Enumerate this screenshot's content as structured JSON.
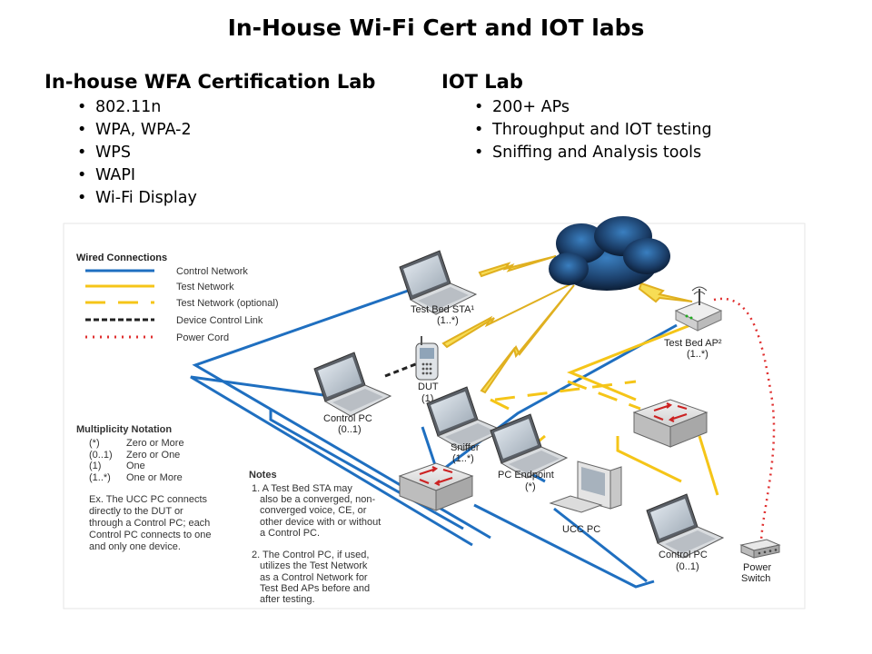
{
  "slide": {
    "title": "In-House Wi-Fi Cert and IOT labs",
    "left_heading": "In-house WFA Certification Lab",
    "left_items": [
      "802.11n",
      "WPA, WPA-2",
      "WPS",
      "WAPI",
      "Wi-Fi Display"
    ],
    "right_heading": "IOT Lab",
    "right_items": [
      "200+ APs",
      "Throughput and IOT testing",
      "Sniffing and Analysis tools"
    ]
  },
  "diagram": {
    "legend_title": "Wired Connections",
    "legend_items": [
      {
        "label": "Control Network",
        "color": "#1f6fc0",
        "style": "solid"
      },
      {
        "label": "Test Network",
        "color": "#f5c518",
        "style": "solid"
      },
      {
        "label": "Test Network (optional)",
        "color": "#f5c518",
        "style": "dashed"
      },
      {
        "label": "Device Control Link",
        "color": "#222222",
        "style": "dashed"
      },
      {
        "label": "Power Cord",
        "color": "#e03030",
        "style": "dotted"
      }
    ],
    "multiplicity": {
      "title": "Multiplicity Notation",
      "rows": [
        [
          "(*)",
          "Zero or More"
        ],
        [
          "(0..1)",
          "Zero or One"
        ],
        [
          "(1)",
          "One"
        ],
        [
          "(1..*)",
          "One or More"
        ]
      ],
      "example": [
        "Ex. The UCC PC connects",
        "directly to the DUT or",
        "through a Control PC; each",
        "Control PC connects to one",
        "and only one device."
      ]
    },
    "notes": {
      "title": "Notes",
      "lines": [
        "1. A Test Bed STA may",
        "also be a converged, non-",
        "converged voice, CE, or",
        "other device with or without",
        "a Control PC.",
        "",
        "2. The Control PC, if used,",
        "utilizes the Test Network",
        "as a Control Network for",
        "Test Bed APs before and",
        "after testing."
      ]
    },
    "devices": {
      "test_bed_sta": {
        "label": "Test Bed STA¹",
        "mult": "(1..*)"
      },
      "test_bed_ap": {
        "label": "Test Bed AP²",
        "mult": "(1..*)"
      },
      "dut": {
        "label": "DUT",
        "mult": "(1)"
      },
      "control_pc_1": {
        "label": "Control PC",
        "mult": "(0..1)"
      },
      "sniffer": {
        "label": "Sniffer",
        "mult": "(1..*)"
      },
      "pc_endpoint": {
        "label": "PC Endpoint",
        "mult": "(*)"
      },
      "ucc_pc": {
        "label": "UCC PC"
      },
      "control_pc_2": {
        "label": "Control PC",
        "mult": "(0..1)"
      },
      "power_switch": {
        "label": "Power",
        "label2": "Switch"
      }
    }
  }
}
